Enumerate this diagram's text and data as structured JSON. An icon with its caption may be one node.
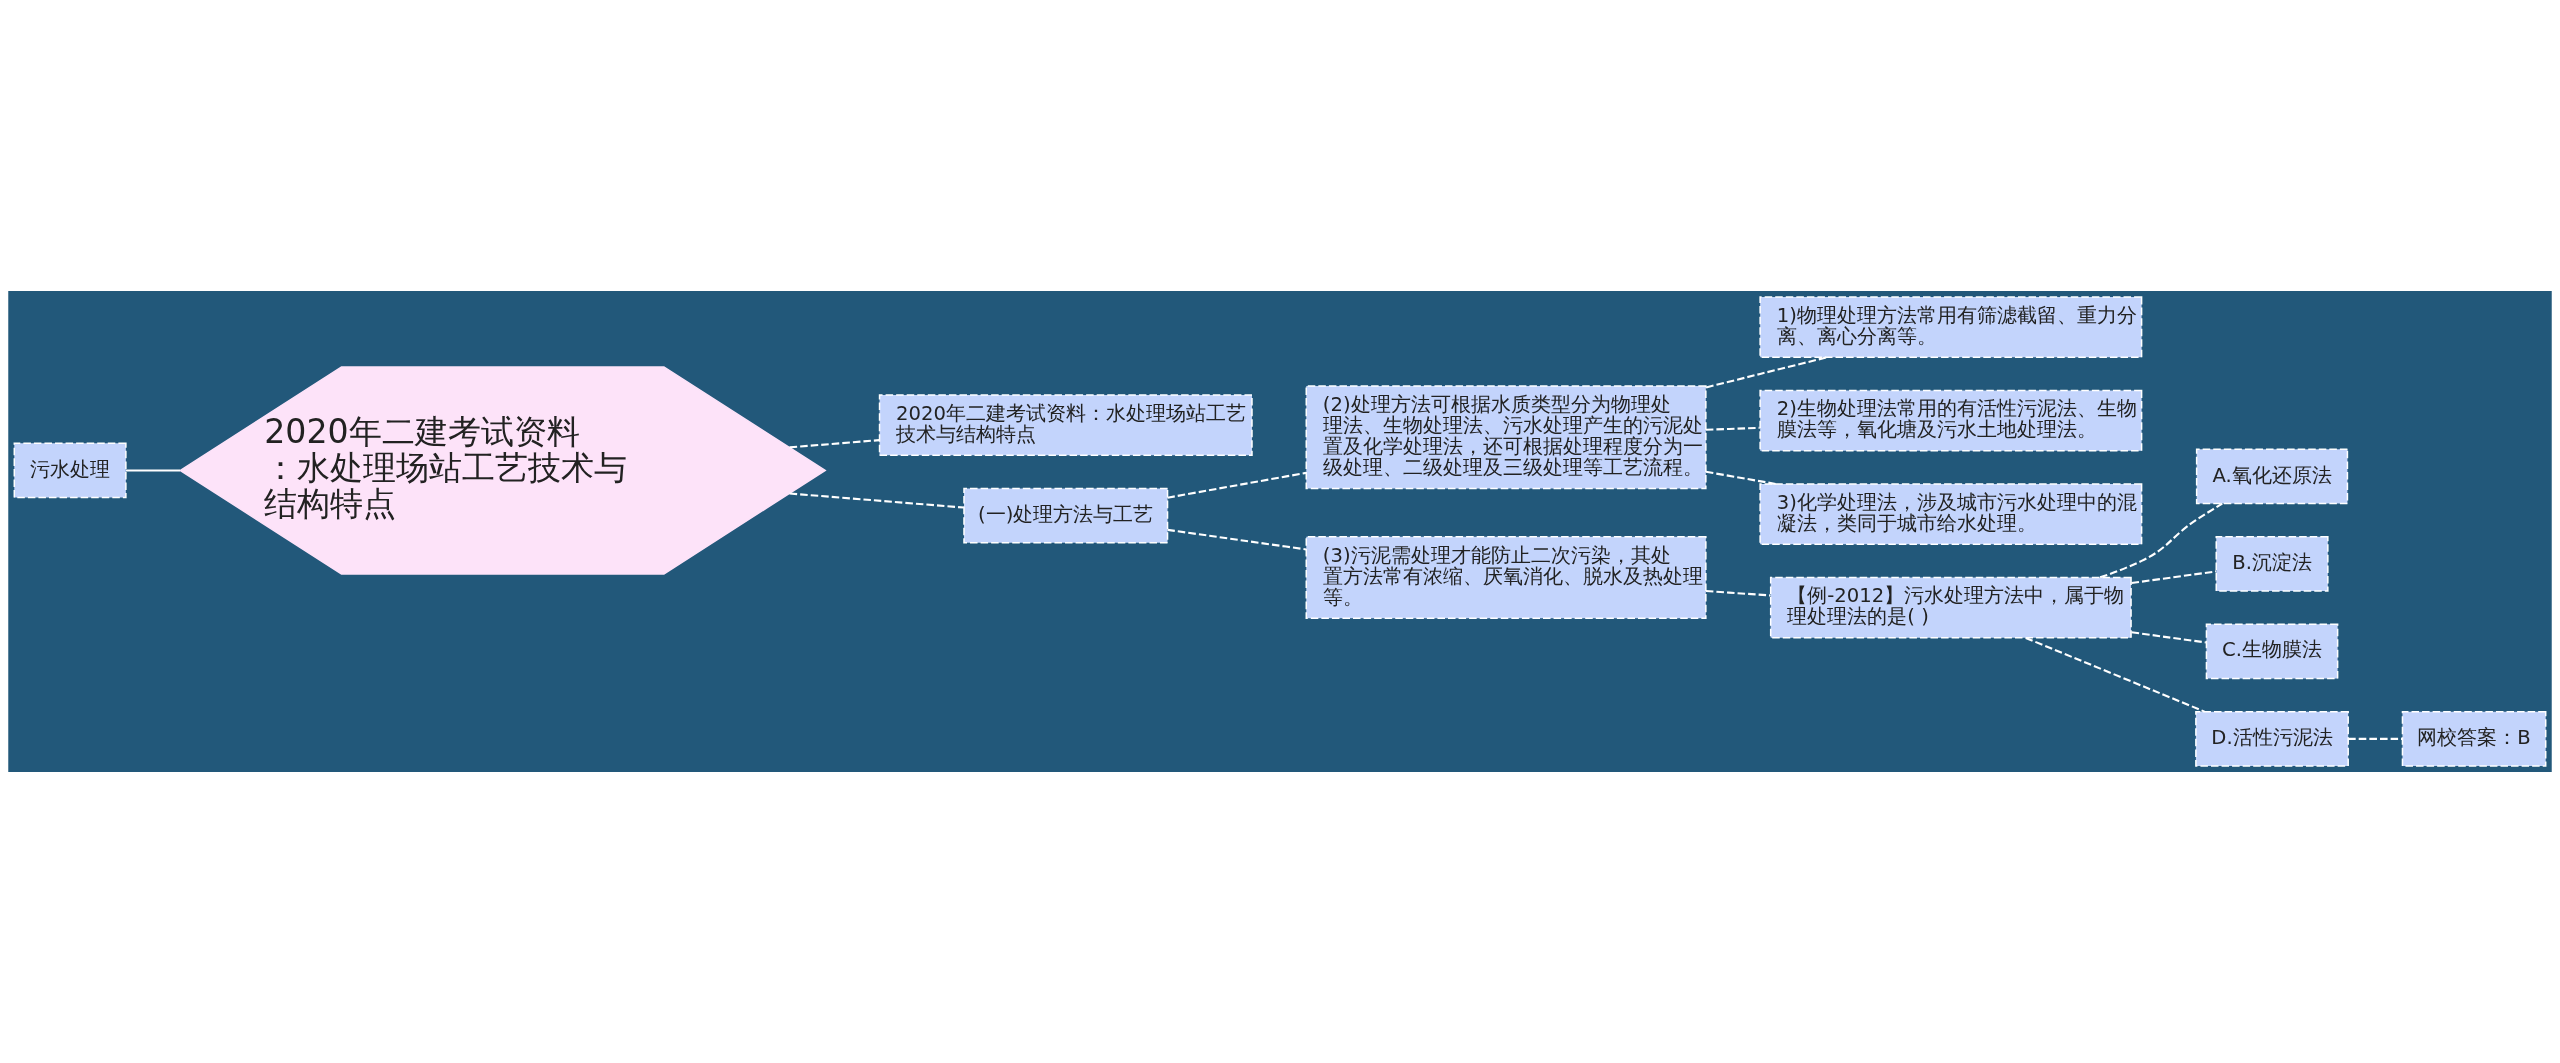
{
  "diagram": {
    "nodes": [
      {
        "text": [
          "污水处理"
        ]
      },
      {
        "text": [
          "2020年二建考试资料：水处理场站工艺技术与结构特点"
        ]
      },
      {
        "text": [
          "2020年二建考试资料：水处理场站工艺技术与结构特点"
        ]
      },
      {
        "text": [
          "(一)处理方法与工艺"
        ]
      },
      {
        "text": [
          "(2)处理方法可根据水质类型分为物理处理法、生物处理法、污水处理产生的污泥处置及化学处理法，还可根据处理程度分为一级处理、二级处理及三级处理等工艺流程。"
        ]
      },
      {
        "text": [
          "(3)污泥需处理才能防止二次污染，其处置方法常有浓缩、厌氧消化、脱水及热处理等。"
        ]
      },
      {
        "text": [
          "1)物理处理方法常用有筛滤截留、重力分离、离心分离等。"
        ]
      },
      {
        "text": [
          "2)生物处理法常用的有活性污泥法、生物膜法等，氧化塘及污水土地处理法。"
        ]
      },
      {
        "text": [
          "3)化学处理法，涉及城市污水处理中的混凝法，类同于城市给水处理。"
        ]
      },
      {
        "text": [
          "【例-2012】污水处理方法中，属于物理处理法的是( )"
        ]
      },
      {
        "text": [
          "A.氧化还原法"
        ]
      },
      {
        "text": [
          "B.沉淀法"
        ]
      },
      {
        "text": [
          "C.生物膜法"
        ]
      },
      {
        "text": [
          "D.活性污泥法"
        ]
      },
      {
        "text": [
          "网校答案：B"
        ]
      }
    ],
    "edges": [
      {
        "from": 0,
        "to": 1,
        "arrow": "none"
      },
      {
        "from": 1,
        "to": 2,
        "arrow": "none",
        "style": "dashed"
      },
      {
        "from": 1,
        "to": 3,
        "arrow": "none",
        "style": "dashed"
      },
      {
        "from": 3,
        "to": 4,
        "arrow": "none",
        "style": "dashed"
      },
      {
        "from": 3,
        "to": 5,
        "arrow": "none",
        "style": "dashed"
      },
      {
        "from": 4,
        "to": 6,
        "arrow": "none",
        "style": "dashed"
      },
      {
        "from": 4,
        "to": 7,
        "arrow": "none",
        "style": "dashed"
      },
      {
        "from": 4,
        "to": 8,
        "arrow": "none",
        "style": "dashed"
      },
      {
        "from": 5,
        "to": 9,
        "arrow": "none",
        "style": "dashed"
      },
      {
        "from": 9,
        "to": 10,
        "arrow": "none",
        "style": "dashed"
      },
      {
        "from": 9,
        "to": 11,
        "arrow": "none",
        "style": "dashed"
      },
      {
        "from": 9,
        "to": 12,
        "arrow": "none",
        "style": "dashed"
      },
      {
        "from": 9,
        "to": 13,
        "arrow": "none",
        "style": "dashed"
      },
      {
        "from": 13,
        "to": 14,
        "arrow": "none",
        "style": "dashed"
      }
    ]
  }
}
